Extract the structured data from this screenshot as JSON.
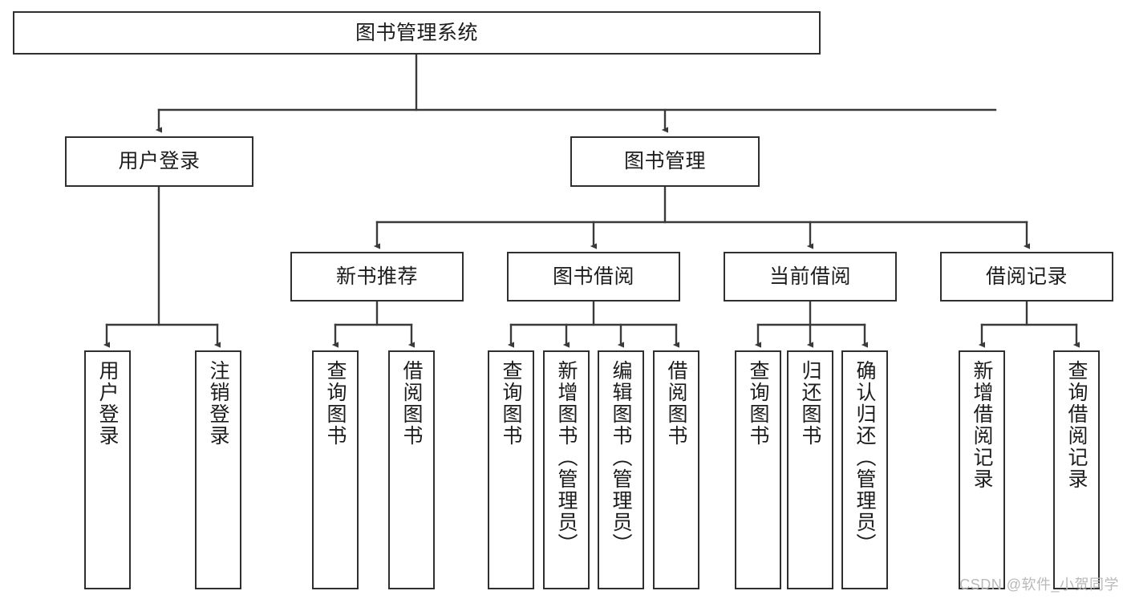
{
  "diagram": {
    "title": "图书管理系统",
    "type": "tree-hierarchy-chart",
    "watermark": "CSDN @软件_小贺同学",
    "colors": {
      "box_border": "#2f2f2f",
      "box_fill": "#ffffff",
      "edge": "#3a3a3a",
      "text": "#1c1c1c",
      "watermark": "#b9b9b9"
    },
    "nodes": {
      "root": {
        "label": "图书管理系统"
      },
      "level2": [
        {
          "id": "user-login",
          "label": "用户登录"
        },
        {
          "id": "book-management",
          "label": "图书管理"
        }
      ],
      "level3": [
        {
          "id": "new-book-recommend",
          "label": "新书推荐"
        },
        {
          "id": "book-borrow",
          "label": "图书借阅"
        },
        {
          "id": "current-borrow",
          "label": "当前借阅"
        },
        {
          "id": "borrow-record",
          "label": "借阅记录"
        }
      ],
      "leaves": {
        "user-login": [
          {
            "id": "leaf-user-login",
            "label": "用户登录"
          },
          {
            "id": "leaf-logout-login",
            "label": "注销登录"
          }
        ],
        "new-book-recommend": [
          {
            "id": "leaf-query-book-1",
            "label": "查询图书"
          },
          {
            "id": "leaf-borrow-book-1",
            "label": "借阅图书"
          }
        ],
        "book-borrow": [
          {
            "id": "leaf-query-book-2",
            "label": "查询图书"
          },
          {
            "id": "leaf-add-book",
            "label": "新增图书（管理员）"
          },
          {
            "id": "leaf-edit-book",
            "label": "编辑图书（管理员）"
          },
          {
            "id": "leaf-borrow-book-2",
            "label": "借阅图书"
          }
        ],
        "current-borrow": [
          {
            "id": "leaf-query-book-3",
            "label": "查询图书"
          },
          {
            "id": "leaf-return-book",
            "label": "归还图书"
          },
          {
            "id": "leaf-confirm-return",
            "label": "确认归还（管理员）"
          }
        ],
        "borrow-record": [
          {
            "id": "leaf-add-record",
            "label": "新增借阅记录"
          },
          {
            "id": "leaf-query-record",
            "label": "查询借阅记录"
          }
        ]
      }
    }
  }
}
